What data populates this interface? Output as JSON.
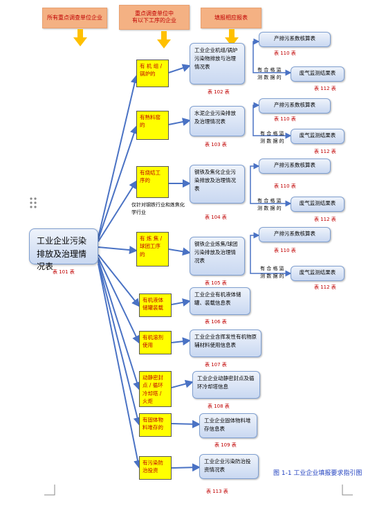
{
  "headers": [
    "所有重点调查单位企业",
    "重点调查单位中\n有以下工序的企业",
    "填报相应报表"
  ],
  "main": {
    "label": "工业企业污染排放及治理情况表",
    "code": "表 101 表"
  },
  "branches": [
    {
      "condition": "有 机 组 / 锅炉的",
      "report": "工业企业机组/锅炉污染物排放与治理情况表",
      "code": "表 102 表",
      "sub": [
        {
          "label": "产排污系数核算表",
          "code": "表 110 表"
        },
        {
          "label": "废气监测结果表",
          "code": "表 112 表"
        }
      ]
    },
    {
      "condition": "有熟料窑的",
      "report": "水泥企业污染排放及治理情况表",
      "code": "表 103 表",
      "sub": [
        {
          "label": "产排污系数核算表",
          "code": "表 110 表"
        },
        {
          "label": "废气监测结果表",
          "code": "表 112 表"
        }
      ]
    },
    {
      "condition": "有烧结工序的",
      "report": "钢铁及焦化企业污染排放及治理情况表",
      "code": "表 104 表",
      "sub": [
        {
          "label": "产排污系数核算表",
          "code": "表 110 表"
        },
        {
          "label": "废气监测结果表",
          "code": "表 112 表"
        }
      ]
    },
    {
      "condition": "有 炼 焦 / 球团工序的",
      "report": "钢铁企业炼焦/球团污染排放及治理情况表",
      "code": "表 105 表",
      "sub": [
        {
          "label": "产排污系数核算表",
          "code": "表 110 表"
        },
        {
          "label": "废气监测结果表",
          "code": "表 112 表"
        }
      ]
    },
    {
      "condition": "有机液体储罐装载",
      "report": "工业企业有机液体储罐、装载信息表",
      "code": "表 106 表"
    },
    {
      "condition": "有机溶剂使用",
      "report": "工业企业含挥发性有机物原辅材料使用信息表",
      "code": "表 107 表"
    },
    {
      "condition": "动静密封点 / 循环冷却塔 / 火炬",
      "report": "工业企业动静密封点及循环冷却塔信息",
      "code": "表 108 表"
    },
    {
      "condition": "有固体物料堆存的",
      "report": "工业企业固体物料堆存信息表",
      "code": "表 109 表"
    },
    {
      "condition": "有污染防治投资",
      "report": "工业企业污染防治投资情况表",
      "code": "表 113 表"
    }
  ],
  "monitor_label": "有 合 格 监 测 数 据 的",
  "note": "仅针对钢铁行业和炼焦化学行业",
  "caption": "图 1-1 工业企业填报要求指引图"
}
